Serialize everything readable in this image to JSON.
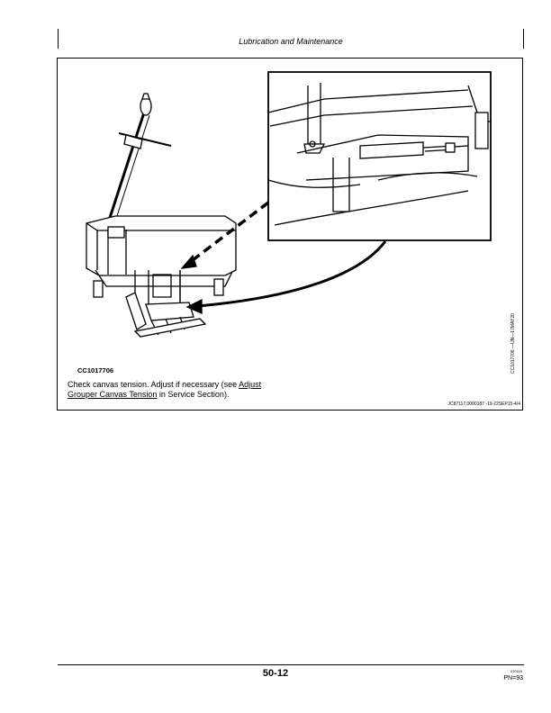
{
  "header": {
    "title": "Lubrication and Maintenance"
  },
  "figure": {
    "code": "CC1017706",
    "side_code": "CC1017706 —UN—17MAY20"
  },
  "body": {
    "text_before": "Check canvas tension.  Adjust if necessary (see ",
    "link_line1": "Adjust",
    "link_line2": "Grouper Canvas Tension",
    "text_after": " in Service Section)."
  },
  "reference": {
    "code": "JC87117,0000187 -19-22SEP15-4/4"
  },
  "footer": {
    "page_number": "50-12",
    "tiny_code": "010116",
    "pn": "PN=93"
  }
}
